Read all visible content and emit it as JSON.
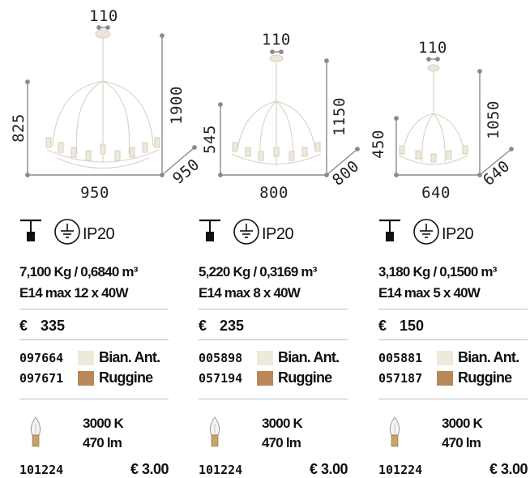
{
  "products": [
    {
      "dims": {
        "top": "110",
        "left": "825",
        "right": "1900",
        "bottom": "950",
        "depth": "950"
      },
      "ip": "IP20",
      "weight": "7,100 Kg / 0,6840 m³",
      "bulb": "E14 max 12 x 40W",
      "currency": "€",
      "price": "335",
      "variants": [
        {
          "code": "097664",
          "finish": "Bian. Ant.",
          "color": "#efe9dc"
        },
        {
          "code": "097671",
          "finish": "Ruggine",
          "color": "#b8885a"
        }
      ],
      "lamp": {
        "kelvin": "3000 K",
        "lumen": "470 lm",
        "code": "101224",
        "price": "€ 3.00"
      }
    },
    {
      "dims": {
        "top": "110",
        "left": "545",
        "right": "1150",
        "bottom": "800",
        "depth": "800"
      },
      "ip": "IP20",
      "weight": "5,220 Kg / 0,3169 m³",
      "bulb": "E14 max 8 x 40W",
      "currency": "€",
      "price": "235",
      "variants": [
        {
          "code": "005898",
          "finish": "Bian. Ant.",
          "color": "#efe9dc"
        },
        {
          "code": "057194",
          "finish": "Ruggine",
          "color": "#b8885a"
        }
      ],
      "lamp": {
        "kelvin": "3000 K",
        "lumen": "470 lm",
        "code": "101224",
        "price": "€ 3.00"
      }
    },
    {
      "dims": {
        "top": "110",
        "left": "450",
        "right": "1050",
        "bottom": "640",
        "depth": "640"
      },
      "ip": "IP20",
      "weight": "3,180 Kg / 0,1500 m³",
      "bulb": "E14 max 5 x 40W",
      "currency": "€",
      "price": "150",
      "variants": [
        {
          "code": "005881",
          "finish": "Bian. Ant.",
          "color": "#efe9dc"
        },
        {
          "code": "057187",
          "finish": "Ruggine",
          "color": "#b8885a"
        }
      ],
      "lamp": {
        "kelvin": "3000 K",
        "lumen": "470 lm",
        "code": "101224",
        "price": "€ 3.00"
      }
    }
  ]
}
